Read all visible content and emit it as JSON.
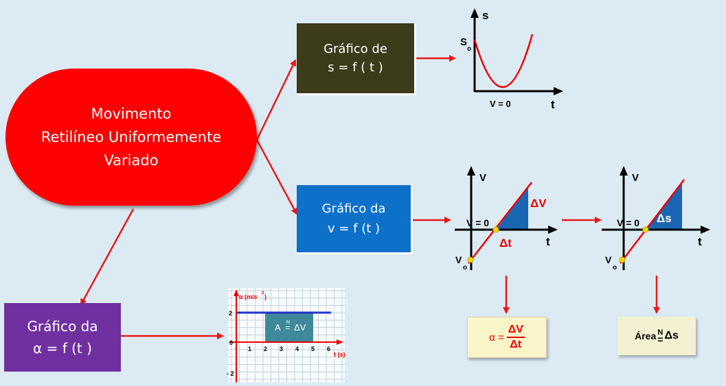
{
  "main": {
    "title_lines": [
      "Movimento",
      "Retilíneo Uniformemente",
      "Variado"
    ]
  },
  "graph_s": {
    "lines": [
      "Gráfico de",
      "s = f ( t )"
    ],
    "axis_y": "s",
    "axis_x": "t",
    "s0": "S",
    "s0_sub": "o",
    "v_zero": "V = 0"
  },
  "graph_v": {
    "lines": [
      "Gráfico da",
      "v = f (t )"
    ],
    "axis_y": "V",
    "axis_x": "t",
    "v_zero": "V = 0",
    "v0": "V",
    "v0_sub": "o",
    "delta_v": "ΔV",
    "delta_t": "Δt"
  },
  "graph_area": {
    "axis_y": "V",
    "axis_x": "t",
    "v_zero": "V = 0",
    "v0": "V",
    "v0_sub": "o",
    "delta_s": "Δs"
  },
  "graph_a": {
    "lines": [
      "Gráfico da",
      "α = f (t )"
    ],
    "y_label": "α (m/s",
    "y_label_exp": "2",
    "y_label_close": ")",
    "x_label": "t (s)",
    "y_ticks": [
      "2",
      "0",
      "- 2"
    ],
    "x_ticks": [
      "1",
      "2",
      "3",
      "4",
      "5",
      "6"
    ],
    "area_prefix": "A",
    "area_n": "N",
    "area_eq": "=",
    "area_delta": "ΔV"
  },
  "formula_alpha": {
    "lhs": "α =",
    "num": "ΔV",
    "den": "Δt"
  },
  "formula_area": {
    "lhs": "Área",
    "n": "N",
    "eq": "=",
    "rhs": "Δs"
  },
  "colors": {
    "background": "#dcebf3",
    "oval": "#ff0000",
    "box_s": "#3c3b1a",
    "box_v": "#0d70c9",
    "box_a": "#7030a0",
    "arrow": "#e8191a",
    "area_fill": "#1a66b3",
    "accel_line": "#2233cc",
    "accel_rect": "#3f8a9a"
  }
}
